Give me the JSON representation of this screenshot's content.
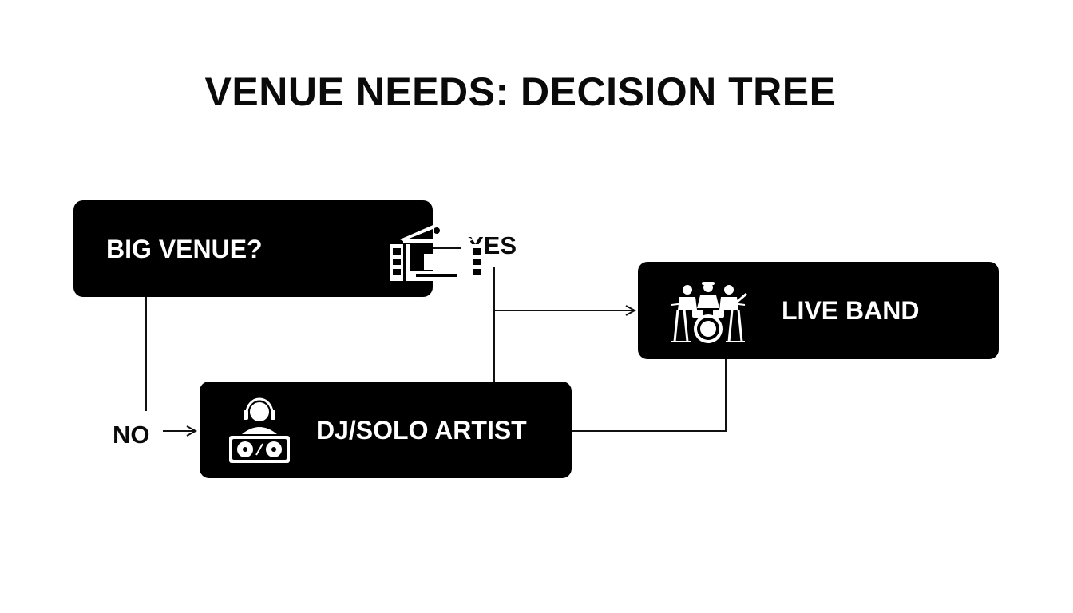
{
  "diagram": {
    "title": "VENUE NEEDS: DECISION TREE",
    "nodes": {
      "big_venue": {
        "label": "BIG VENUE?",
        "icon": "venue-stage-icon"
      },
      "live_band": {
        "label": "LIVE BAND",
        "icon": "band-drummer-icon"
      },
      "dj_solo": {
        "label": "DJ/SOLO ARTIST",
        "icon": "dj-headphones-icon"
      }
    },
    "branches": {
      "yes": "YES",
      "no": "NO"
    },
    "colors": {
      "node_fill": "#000000",
      "node_text": "#ffffff",
      "line": "#111111",
      "background": "#ffffff"
    }
  }
}
